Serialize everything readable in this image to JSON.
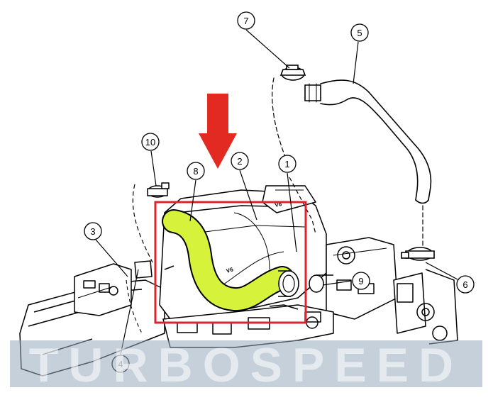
{
  "diagram": {
    "callouts": [
      {
        "id": "callout-1",
        "label": "1"
      },
      {
        "id": "callout-2",
        "label": "2"
      },
      {
        "id": "callout-3",
        "label": "3"
      },
      {
        "id": "callout-4",
        "label": "4"
      },
      {
        "id": "callout-5",
        "label": "5"
      },
      {
        "id": "callout-6",
        "label": "6"
      },
      {
        "id": "callout-7",
        "label": "7"
      },
      {
        "id": "callout-8",
        "label": "8"
      },
      {
        "id": "callout-9",
        "label": "9"
      },
      {
        "id": "callout-10",
        "label": "10"
      }
    ],
    "engine_cover_text": [
      "V6",
      "V6"
    ],
    "highlight": {
      "hose_color": "#d7f23a",
      "box_color": "#d9262c",
      "arrow_color": "#e32a22"
    },
    "watermark": {
      "text": "TURBOSPEED",
      "band_color": "#98a9bd"
    }
  }
}
